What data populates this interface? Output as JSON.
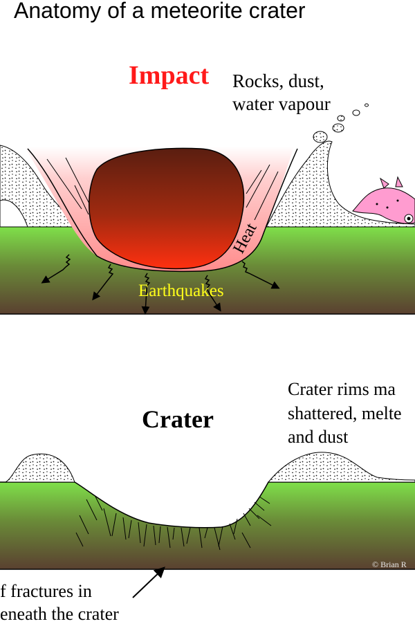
{
  "title": "Anatomy of a meteorite crater",
  "impact_panel": {
    "heading": "Impact",
    "ejecta_label_line1": "Rocks, dust,",
    "ejecta_label_line2": "water vapour",
    "heat_label": "Heat",
    "earthquake_label": "Earthquakes"
  },
  "crater_panel": {
    "heading": "Crater",
    "rim_label_line1": "Crater rims ma",
    "rim_label_line2": "shattered, melte",
    "rim_label_line3": "and dust",
    "fracture_label_line1": "f fractures in",
    "fracture_label_line2": "eneath the crater",
    "credit": "© Brian R"
  },
  "colors": {
    "ground_top": "#7fe04a",
    "ground_bottom": "#5a4030",
    "meteor_dark": "#5a1e10",
    "meteor_hot": "#ff3010",
    "heat_glow": "#ff9c9c",
    "impact_heading": "#ff1a1a",
    "earthquake_text": "#ffff1a"
  }
}
